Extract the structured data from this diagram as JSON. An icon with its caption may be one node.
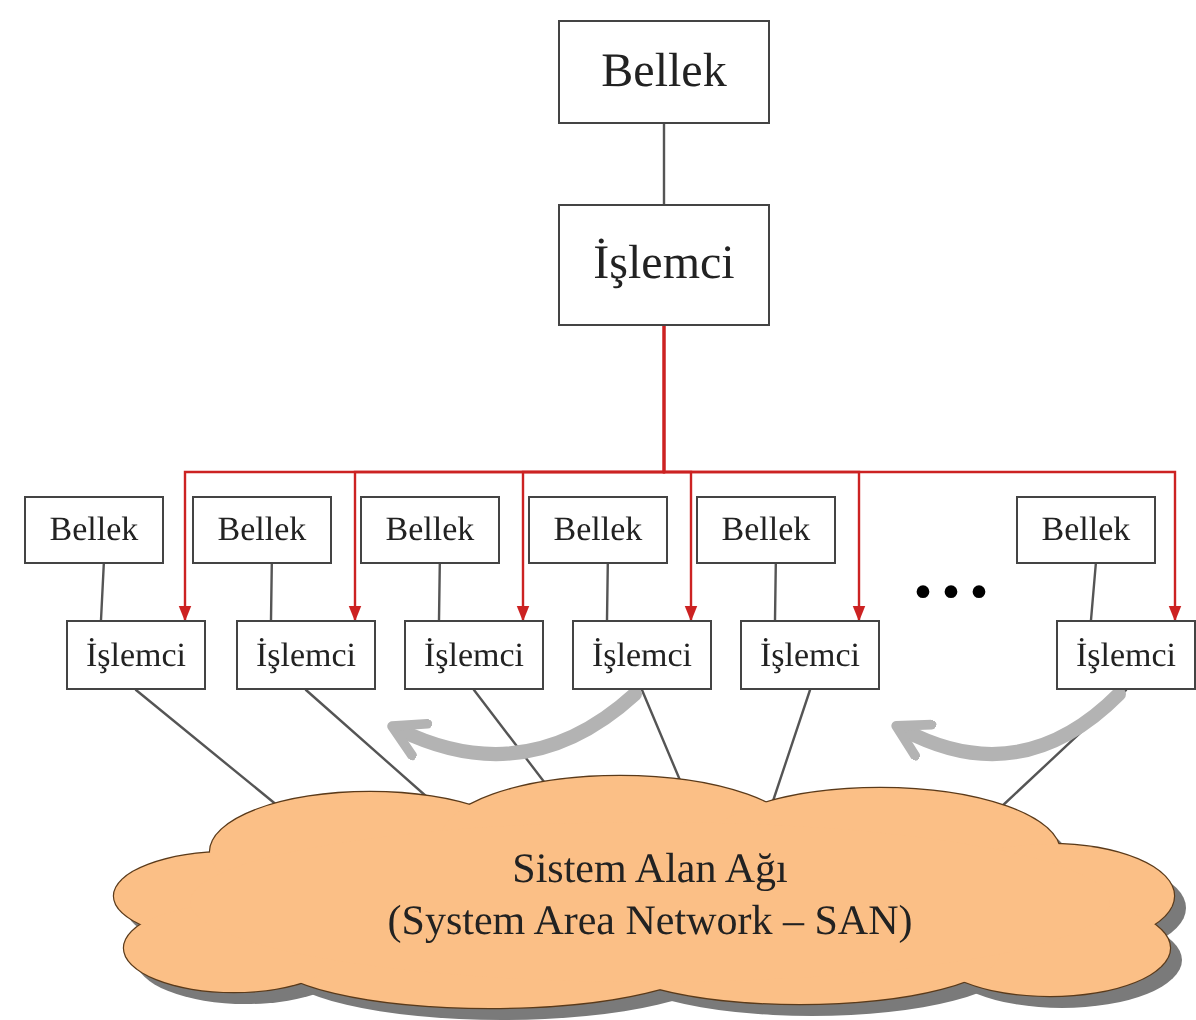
{
  "diagram": {
    "nodes": [
      {
        "text": [
          "Bellek"
        ]
      },
      {
        "text": [
          "İşlemci"
        ]
      },
      {
        "text": [
          "Bellek"
        ]
      },
      {
        "text": [
          "İşlemci"
        ]
      },
      {
        "text": [
          "Bellek"
        ]
      },
      {
        "text": [
          "İşlemci"
        ]
      },
      {
        "text": [
          "Bellek"
        ]
      },
      {
        "text": [
          "İşlemci"
        ]
      },
      {
        "text": [
          "Bellek"
        ]
      },
      {
        "text": [
          "İşlemci"
        ]
      },
      {
        "text": [
          "Bellek"
        ]
      },
      {
        "text": [
          "İşlemci"
        ]
      },
      {
        "text": [
          "Bellek"
        ]
      },
      {
        "text": [
          "İşlemci"
        ]
      },
      {
        "text": [
          "Sistem Alan Ağı",
          "(System Area Network – SAN)"
        ]
      }
    ],
    "edges": [
      {
        "from": 0,
        "to": 1,
        "arrow": "none"
      },
      {
        "from": 1,
        "to": 3,
        "arrow": "to",
        "color": "#cc2222"
      },
      {
        "from": 1,
        "to": 5,
        "arrow": "to",
        "color": "#cc2222"
      },
      {
        "from": 1,
        "to": 7,
        "arrow": "to",
        "color": "#cc2222"
      },
      {
        "from": 1,
        "to": 9,
        "arrow": "to",
        "color": "#cc2222"
      },
      {
        "from": 1,
        "to": 11,
        "arrow": "to",
        "color": "#cc2222"
      },
      {
        "from": 1,
        "to": 13,
        "arrow": "to",
        "color": "#cc2222"
      },
      {
        "from": 2,
        "to": 3,
        "arrow": "none"
      },
      {
        "from": 4,
        "to": 5,
        "arrow": "none"
      },
      {
        "from": 6,
        "to": 7,
        "arrow": "none"
      },
      {
        "from": 8,
        "to": 9,
        "arrow": "none"
      },
      {
        "from": 10,
        "to": 11,
        "arrow": "none"
      },
      {
        "from": 12,
        "to": 13,
        "arrow": "none"
      },
      {
        "from": 3,
        "to": 14,
        "arrow": "none"
      },
      {
        "from": 5,
        "to": 14,
        "arrow": "none"
      },
      {
        "from": 7,
        "to": 14,
        "arrow": "none"
      },
      {
        "from": 9,
        "to": 14,
        "arrow": "none"
      },
      {
        "from": 11,
        "to": 14,
        "arrow": "none"
      },
      {
        "from": 13,
        "to": 14,
        "arrow": "none"
      },
      {
        "from": 9,
        "to": 5,
        "arrow": "to",
        "style": "thick",
        "color": "#b3b3b3"
      },
      {
        "from": 13,
        "to": 11,
        "arrow": "to",
        "style": "thick",
        "color": "#b3b3b3"
      }
    ],
    "labels": [
      "•••"
    ]
  }
}
